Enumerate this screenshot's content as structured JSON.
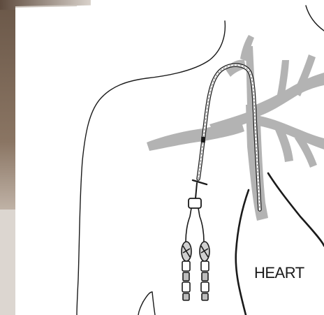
{
  "figure": {
    "labels": {
      "heart": "HEART"
    },
    "colors": {
      "vessel_gray": "#b3b3b3",
      "outline": "#1a1a1a",
      "catheter_fill": "#ffffff",
      "background_photo_dark": "#5e4b3e",
      "background_photo_light": "#d9d2cb",
      "paper": "#ffffff"
    },
    "parts": [
      "body-outline",
      "neck-outline",
      "vein-network",
      "tunneled-catheter",
      "dual-lumen-ports",
      "heart-outline"
    ]
  }
}
